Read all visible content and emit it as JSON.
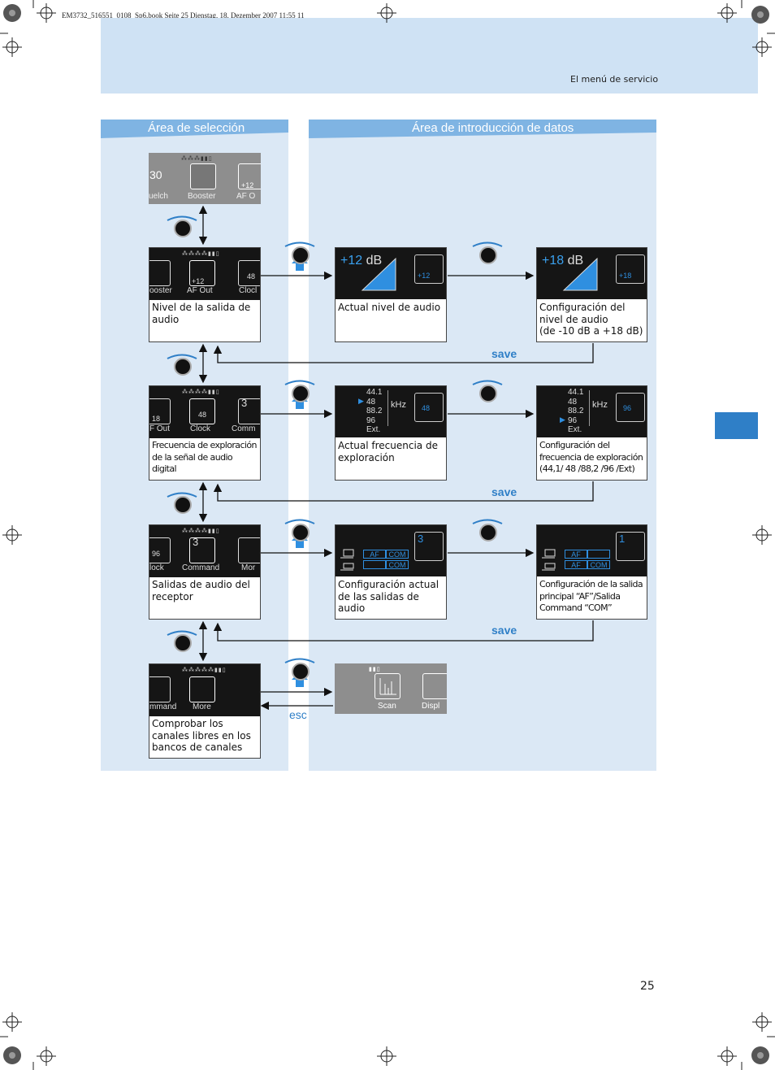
{
  "print_line": "EM3732_516551_0108_Sp6.book  Seite 25  Dienstag, 18. Dezember 2007  11:55 11",
  "section_title": "El menú de servicio",
  "page_number": "25",
  "panels": {
    "selection_title": "Área de selección",
    "input_title": "Área de introducción de datos"
  },
  "top_menu": {
    "left_label": "uelch",
    "left_value": "30",
    "center_label": "Booster",
    "right_label": "AF O",
    "right_value": "+12"
  },
  "rows": [
    {
      "menu": {
        "left_label": "ooster",
        "center_label": "AF Out",
        "center_value": "+12",
        "right_label": "Clocl",
        "right_value": "48"
      },
      "select_caption": "Nivel de la salida de audio",
      "current_screen": {
        "value": "+12",
        "unit": "dB",
        "icon_value": "+12"
      },
      "current_caption": "Actual nivel de audio",
      "config_screen": {
        "value": "+18",
        "unit": "dB",
        "icon_value": "+18"
      },
      "config_caption_lines": [
        "Configuración del",
        "nivel de audio",
        "(de -10 dB a +18 dB)"
      ]
    },
    {
      "menu": {
        "left_label": "F Out",
        "left_value": "18",
        "center_label": "Clock",
        "center_value": "48",
        "right_label": "Comm",
        "right_value": "3"
      },
      "select_caption": "Frecuencia de exploración  de la señal de audio digital",
      "current_screen": {
        "list": [
          "44.1",
          "48",
          "88.2",
          "96",
          "Ext."
        ],
        "unit": "kHz",
        "icon_value": "48"
      },
      "current_caption": "Actual frecuencia de exploración",
      "config_screen": {
        "list": [
          "44.1",
          "48",
          "88.2",
          "96",
          "Ext."
        ],
        "unit": "kHz",
        "icon_value": "96"
      },
      "config_caption_lines": [
        "Configuración del",
        "frecuencia de exploración",
        "(44,1/ 48 /88,2 /96 /Ext)"
      ]
    },
    {
      "menu": {
        "left_label": "lock",
        "left_value": "96",
        "center_label": "Command",
        "center_value": "3",
        "right_label": "Mor"
      },
      "select_caption": "Salidas de audio del receptor",
      "current_screen": {
        "cells": [
          "AF",
          "COM",
          "",
          "COM"
        ],
        "icon_value": "3"
      },
      "current_caption": "Configuración actual de las salidas de audio",
      "config_screen": {
        "cells": [
          "AF",
          "",
          "AF",
          "COM"
        ],
        "icon_value": "1"
      },
      "config_caption_lines": [
        "Configuración de la salida",
        "principal “AF”/Salida",
        "Command “COM”"
      ]
    },
    {
      "menu": {
        "left_label": "mmand",
        "center_label": "More"
      },
      "select_caption": "Comprobar los canales libres en los bancos de canales",
      "scan_screen": {
        "center_label": "Scan",
        "right_label": "Displ"
      }
    }
  ],
  "save_label": "save",
  "esc_label": "esc",
  "colors": {
    "accent": "#2f7fc7",
    "panel": "#dbe8f5",
    "header": "#cfe2f4",
    "screen": "#151515"
  }
}
